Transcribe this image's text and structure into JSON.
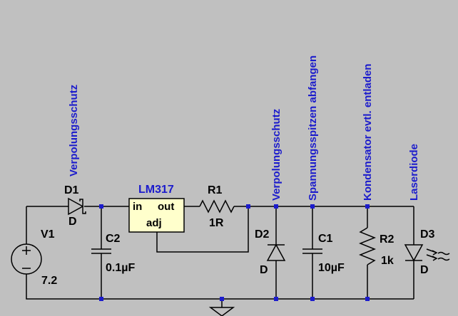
{
  "colors": {
    "background": "#c0c0c0",
    "wire": "#000000",
    "annotation": "#1c1ccc",
    "junction": "#1c1ccc",
    "regulator_fill": "#ffffcc"
  },
  "components": {
    "v1": {
      "ref": "V1",
      "value": "7.2",
      "icon": "voltage-source-icon"
    },
    "d1": {
      "ref": "D1",
      "value": "D",
      "icon": "schottky-diode-icon"
    },
    "c2": {
      "ref": "C2",
      "value": "0.1µF",
      "icon": "capacitor-icon"
    },
    "lm317": {
      "name": "LM317",
      "pin_in": "in",
      "pin_out": "out",
      "pin_adj": "adj"
    },
    "r1": {
      "ref": "R1",
      "value": "1R",
      "icon": "resistor-icon"
    },
    "d2": {
      "ref": "D2",
      "value": "D",
      "icon": "diode-icon"
    },
    "c1": {
      "ref": "C1",
      "value": "10µF",
      "icon": "capacitor-icon"
    },
    "r2": {
      "ref": "R2",
      "value": "1k",
      "icon": "resistor-icon"
    },
    "d3": {
      "ref": "D3",
      "value": "D",
      "icon": "led-icon"
    },
    "ground": {
      "icon": "ground-icon"
    }
  },
  "annotations": {
    "d1": "Verpolungsschutz",
    "d2": "Verpolungsschutz",
    "c1": "Spannungsspitzen abfangen",
    "r2": "Kondensator evtl. entladen",
    "d3": "Laserdiode"
  }
}
